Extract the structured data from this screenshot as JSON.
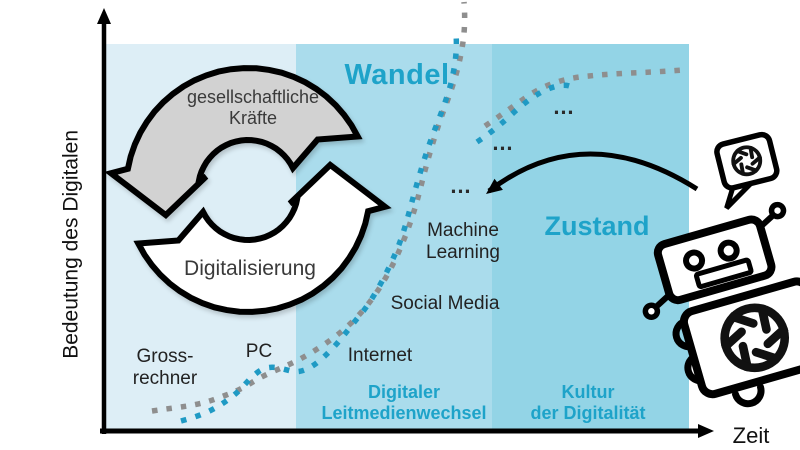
{
  "axis": {
    "y": "Bedeutung des Digitalen",
    "x": "Zeit"
  },
  "states": {
    "wandel": "Wandel",
    "zustand": "Zustand"
  },
  "cycle": {
    "outer": "gesellschaftliche\nKräfte",
    "inner": "Digitalisierung"
  },
  "phases": [
    {
      "label": ""
    },
    {
      "label": "Digitaler\nLeitmedienwechsel"
    },
    {
      "label": "Kultur\nder Digitalität"
    }
  ],
  "milestones": [
    {
      "label": "Gross-\nrechner"
    },
    {
      "label": "PC"
    },
    {
      "label": "Internet"
    },
    {
      "label": "Social Media"
    },
    {
      "label": "Machine\nLearning"
    }
  ],
  "ellipses": [
    "…",
    "…",
    "…"
  ],
  "icons": {
    "robot": "robot-icon",
    "openai_logo": "openai-logo-icon",
    "speech_bubble": "speech-bubble-icon",
    "cycle_arrows": "cycle-arrows-icon",
    "back_arrow": "curved-back-arrow-icon"
  },
  "colors": {
    "band1": "#ddeef6",
    "band2": "#aadcec",
    "band3": "#93d4e6",
    "cyan_text": "#1ea3c9",
    "cyan_dots": "#1f9ac4",
    "gray_dots": "#8e8e8e",
    "cycle_gray_fill": "#d2d2d2",
    "ink": "#000000"
  }
}
